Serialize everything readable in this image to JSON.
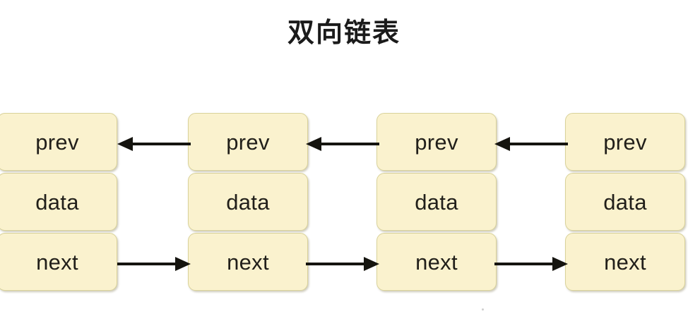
{
  "diagram": {
    "title": "双向链表",
    "background_color": "#ffffff",
    "node_fill_color": "#faf2ce",
    "node_border_color": "#d9d29a",
    "arrow_color": "#15140f",
    "text_color": "#211f1a",
    "row_labels": [
      "prev",
      "data",
      "next"
    ],
    "nodes": [
      {
        "id": "node-1",
        "prev": "prev",
        "data": "data",
        "next": "next"
      },
      {
        "id": "node-2",
        "prev": "prev",
        "data": "data",
        "next": "next"
      },
      {
        "id": "node-3",
        "prev": "prev",
        "data": "data",
        "next": "next"
      },
      {
        "id": "node-4",
        "prev": "prev",
        "data": "data",
        "next": "next"
      }
    ],
    "connections": [
      {
        "id": "arrow-prev-1",
        "row": "prev",
        "direction": "left",
        "from": "node-2",
        "to": "node-1"
      },
      {
        "id": "arrow-prev-2",
        "row": "prev",
        "direction": "left",
        "from": "node-3",
        "to": "node-2"
      },
      {
        "id": "arrow-prev-3",
        "row": "prev",
        "direction": "left",
        "from": "node-4",
        "to": "node-3"
      },
      {
        "id": "arrow-next-1",
        "row": "next",
        "direction": "right",
        "from": "node-1",
        "to": "node-2"
      },
      {
        "id": "arrow-next-2",
        "row": "next",
        "direction": "right",
        "from": "node-2",
        "to": "node-3"
      },
      {
        "id": "arrow-next-3",
        "row": "next",
        "direction": "right",
        "from": "node-3",
        "to": "node-4"
      }
    ]
  }
}
